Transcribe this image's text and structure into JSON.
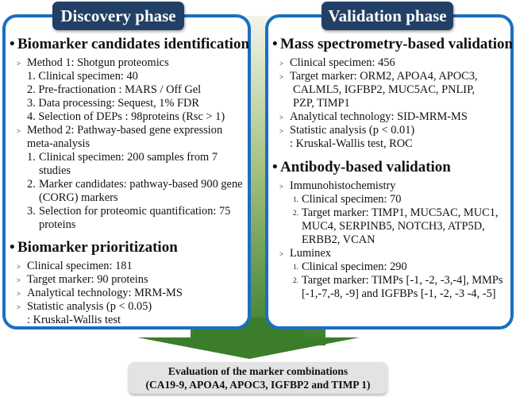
{
  "discovery": {
    "header": "Discovery phase",
    "section1": {
      "title": "Biomarker candidates identification",
      "method1": {
        "label": "Method 1: Shotgun proteomics",
        "items": [
          "1. Clinical specimen: 40",
          "2. Pre-fractionation : MARS / Off Gel",
          "3. Data processing: Sequest, 1% FDR",
          "4. Selection of DEPs : 98proteins (Rsc > 1)"
        ]
      },
      "method2": {
        "label": "Method 2: Pathway-based gene expression",
        "label_cont": "meta-analysis",
        "items": [
          {
            "n": "1.",
            "text": "Clinical specimen: 200 samples from 7",
            "cont": "studies"
          },
          {
            "n": "2.",
            "text": "Marker candidates: pathway-based 900 gene",
            "cont": "(CORG) markers"
          },
          {
            "n": "3.",
            "text": "Selection for proteomic quantification: 75",
            "cont": "proteins"
          }
        ]
      }
    },
    "section2": {
      "title": "Biomarker prioritization",
      "items": [
        "Clinical specimen: 181",
        "Target marker: 90 proteins",
        "Analytical technology: MRM-MS",
        "Statistic analysis (p < 0.05)"
      ],
      "cont": ": Kruskal-Wallis test"
    }
  },
  "validation": {
    "header": "Validation phase",
    "section1": {
      "title": "Mass spectrometry-based  validation",
      "items": [
        {
          "text": "Clinical specimen: 456"
        },
        {
          "text": "Target marker: ORM2, APOA4, APOC3,",
          "cont": [
            "CALML5, IGFBP2, MUC5AC, PNLIP,",
            "PZP, TIMP1"
          ]
        },
        {
          "text": "Analytical technology: SID-MRM-MS"
        },
        {
          "text": "Statistic analysis (p < 0.01)",
          "cont": [
            ": Kruskal-Wallis test, ROC"
          ]
        }
      ]
    },
    "section2": {
      "title": "Antibody-based validation",
      "ihc": {
        "label": "Immunohistochemistry",
        "items": [
          {
            "n": "1.",
            "text": "Clinical specimen: 70"
          },
          {
            "n": "2.",
            "text": "Target marker: TIMP1, MUC5AC, MUC1,",
            "cont": [
              "MUC4, SERPINB5, NOTCH3, ATP5D,",
              "ERBB2, VCAN"
            ]
          }
        ]
      },
      "luminex": {
        "label": "Luminex",
        "items": [
          {
            "n": "1.",
            "text": "Clinical specimen: 290"
          },
          {
            "n": "2.",
            "text": "Target marker: TIMPs [-1, -2, -3,-4], MMPs",
            "cont": [
              "[-1,-7,-8, -9] and IGFBPs [-1, -2, -3 -4, -5]"
            ]
          }
        ]
      }
    }
  },
  "result": {
    "line1": "Evaluation of the marker combinations",
    "line2": "(CA19-9, APOA4, APOC3, IGFBP2 and TIMP 1)"
  },
  "colors": {
    "box_border": "#1a6fc2",
    "header_bg": "#223f66",
    "arrow_dark": "#3b7d2a",
    "arrow_light": "#eef3e4",
    "result_bg": "#e3e3e3"
  }
}
